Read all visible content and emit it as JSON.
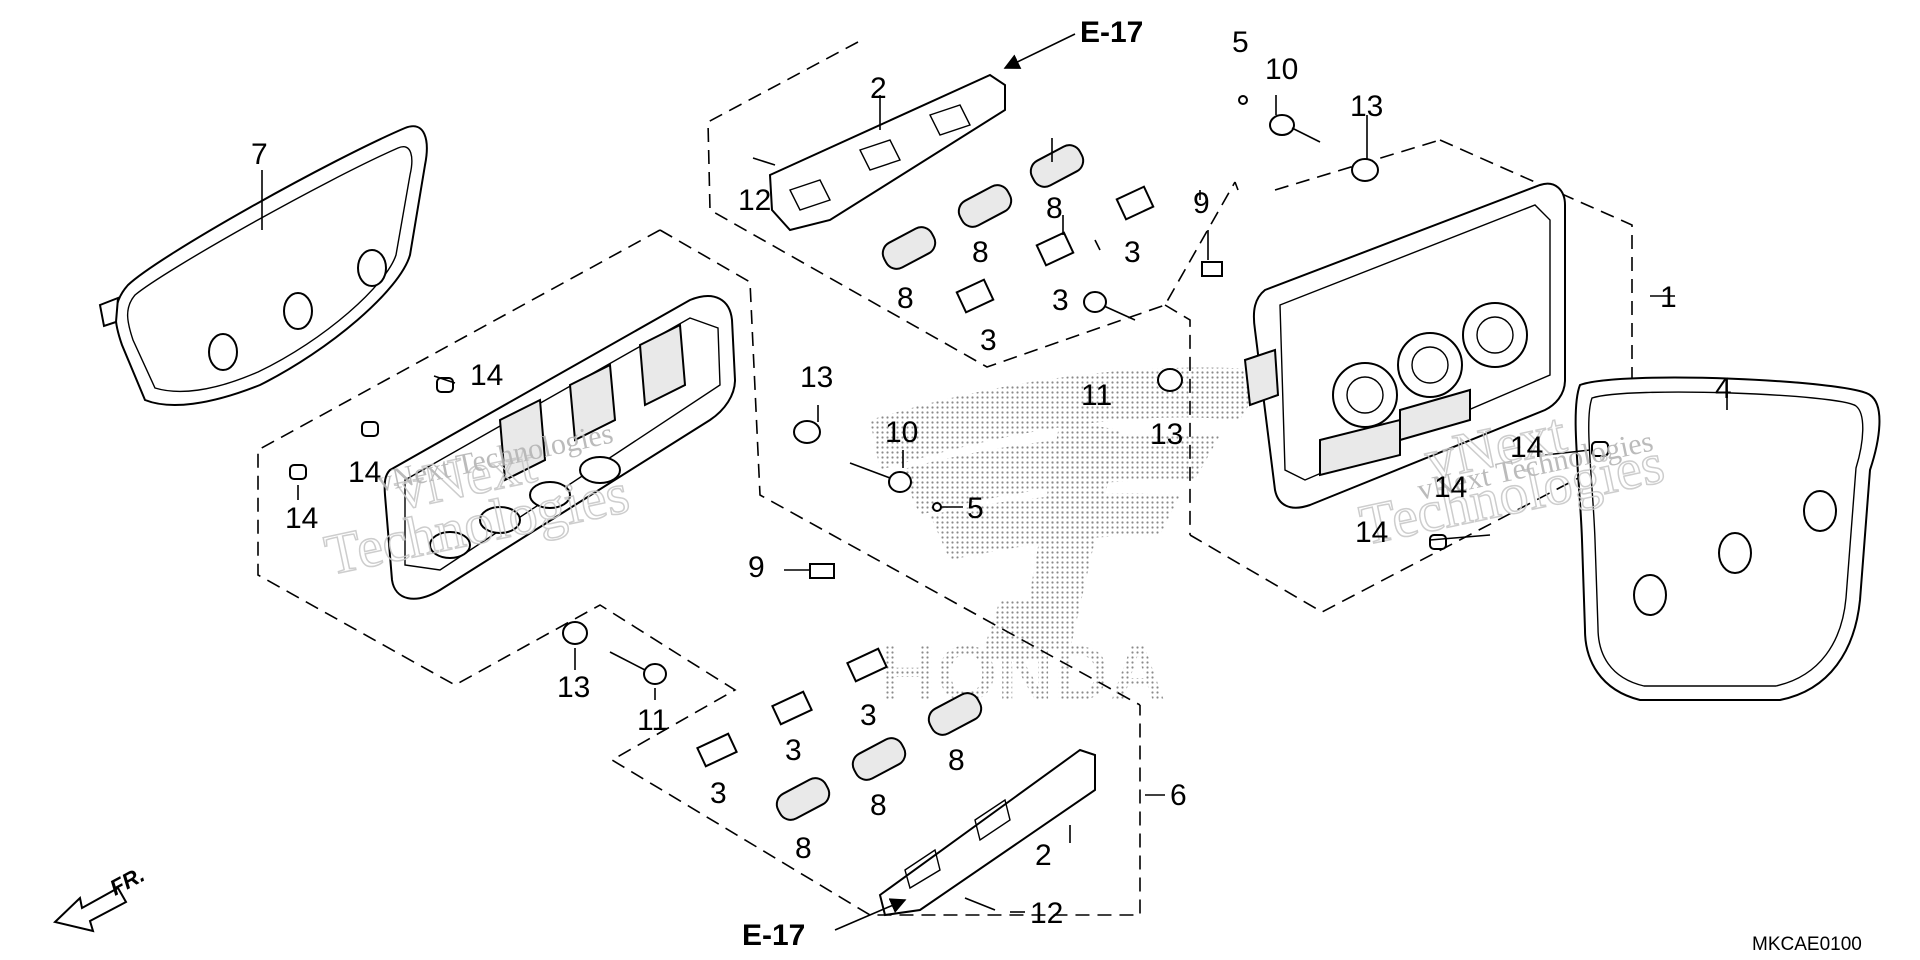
{
  "diagram_code": "MKCAE0100",
  "direction_marker": "FR.",
  "references": [
    {
      "id": "ref-top",
      "text": "E-17"
    },
    {
      "id": "ref-bottom",
      "text": "E-17"
    }
  ],
  "watermark": {
    "line1": "vNext",
    "line2": "Technologies",
    "small": "vNext Technologies"
  },
  "brand_watermark": "HONDA",
  "part_labels": {
    "p1": "1",
    "p2a": "2",
    "p2b": "2",
    "p3a": "3",
    "p3b": "3",
    "p3c": "3",
    "p3d": "3",
    "p3e": "3",
    "p3f": "3",
    "p4": "4",
    "p5a": "5",
    "p5b": "5",
    "p6": "6",
    "p7": "7",
    "p8a": "8",
    "p8b": "8",
    "p8c": "8",
    "p8d": "8",
    "p8e": "8",
    "p8f": "8",
    "p9a": "9",
    "p9b": "9",
    "p10a": "10",
    "p10b": "10",
    "p11a": "11",
    "p11b": "11",
    "p12a": "12",
    "p12b": "12",
    "p13a": "13",
    "p13b": "13",
    "p13c": "13",
    "p13d": "13",
    "p14a": "14",
    "p14b": "14",
    "p14c": "14",
    "p14d": "14",
    "p14e": "14",
    "p14f": "14"
  }
}
